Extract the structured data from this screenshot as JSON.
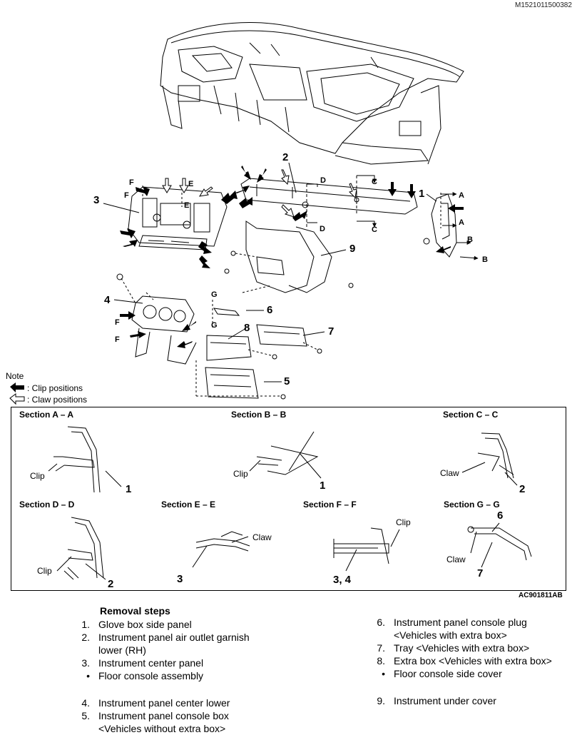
{
  "figure_code_top": "M1521011500382",
  "figure_code": "AC901811AB",
  "callouts": {
    "n1": "1",
    "n2": "2",
    "n3": "3",
    "n4": "4",
    "n5": "5",
    "n6": "6",
    "n7": "7",
    "n8": "8",
    "n9": "9"
  },
  "letters": {
    "a1": "A",
    "a2": "A",
    "b1": "B",
    "b2": "B",
    "c1": "C",
    "c2": "C",
    "d1": "D",
    "d2": "D",
    "e1": "E",
    "e2": "E",
    "f1": "F",
    "f2": "F",
    "f3": "F",
    "f4": "F",
    "g1": "G",
    "g2": "G"
  },
  "note": {
    "title": "Note",
    "clip": ": Clip positions",
    "claw": ": Claw positions"
  },
  "sections": {
    "aa": {
      "title": "Section A – A",
      "label": "Clip",
      "num": "1"
    },
    "bb": {
      "title": "Section B – B",
      "label": "Clip",
      "num": "1"
    },
    "cc": {
      "title": "Section C – C",
      "label": "Claw",
      "num": "2"
    },
    "dd": {
      "title": "Section D – D",
      "label": "Clip",
      "num": "2"
    },
    "ee": {
      "title": "Section E – E",
      "label": "Claw",
      "num": "3"
    },
    "ff": {
      "title": "Section F – F",
      "label": "Clip",
      "num": "3, 4"
    },
    "gg": {
      "title": "Section G – G",
      "label": "Claw",
      "num6": "6",
      "num7": "7"
    }
  },
  "removal": {
    "title": "Removal steps",
    "left": [
      {
        "n": "1.",
        "t": "Glove box side panel"
      },
      {
        "n": "2.",
        "t": "Instrument panel air outlet garnish\nlower (RH)"
      },
      {
        "n": "3.",
        "t": "Instrument center panel"
      },
      {
        "n": "•",
        "t": "Floor console assembly"
      },
      {
        "n": "4.",
        "t": "Instrument panel center lower"
      },
      {
        "n": "5.",
        "t": "Instrument panel console box\n<Vehicles without extra box>"
      }
    ],
    "right": [
      {
        "n": "6.",
        "t": "Instrument panel console plug\n<Vehicles with extra box>"
      },
      {
        "n": "7.",
        "t": "Tray <Vehicles with extra box>"
      },
      {
        "n": "8.",
        "t": "Extra box <Vehicles with extra box>"
      },
      {
        "n": "•",
        "t": "Floor console side cover"
      },
      {
        "n": "9.",
        "t": "Instrument under cover"
      }
    ]
  }
}
